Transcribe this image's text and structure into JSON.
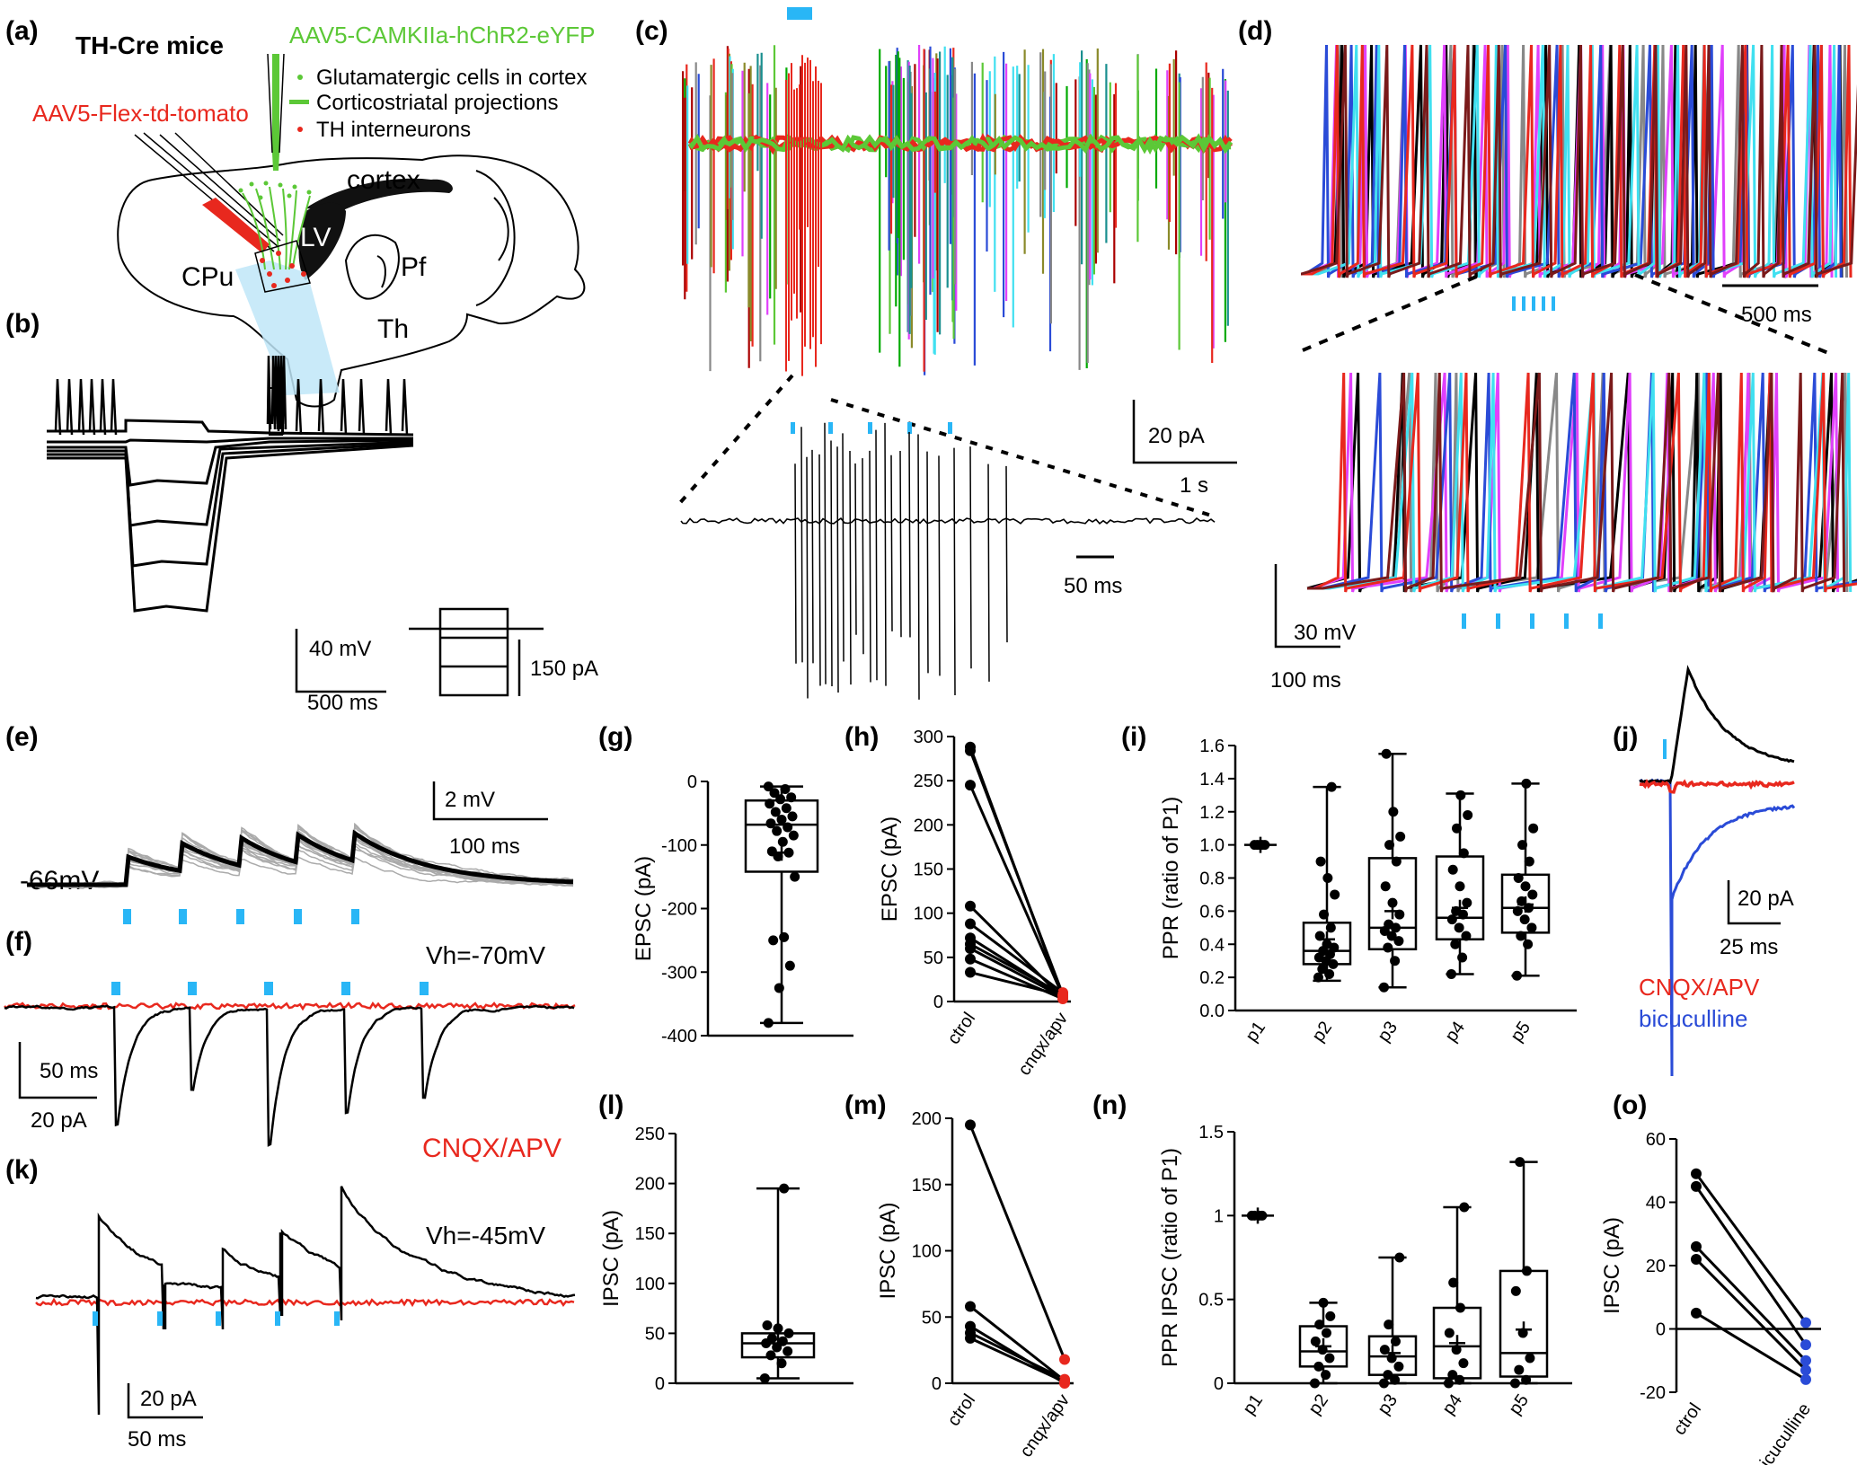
{
  "panels": {
    "a": {
      "label": "(a)",
      "title": "TH-Cre mice",
      "virus_green": "AAV5-CAMKIIa-hChR2-eYFP",
      "virus_red": "AAV5-Flex-td-tomato",
      "legend": [
        "Glutamatergic cells in cortex",
        "Corticostriatal projections",
        "TH interneurons"
      ],
      "regions": {
        "cortex": "cortex",
        "lv": "LV",
        "cpu": "CPu",
        "pf": "Pf",
        "th": "Th"
      }
    },
    "b": {
      "label": "(b)",
      "scale_v": "40 mV",
      "scale_t": "500 ms",
      "scale_i": "150 pA"
    },
    "c": {
      "label": "(c)",
      "scale_i": "20 pA",
      "scale_t": "1 s",
      "scale_t2": "50 ms"
    },
    "d": {
      "label": "(d)",
      "scale_t": "500 ms",
      "scale_v": "30 mV",
      "scale_t2": "100 ms"
    },
    "e": {
      "label": "(e)",
      "vm": "-66mV",
      "scale_v": "2 mV",
      "scale_t": "100 ms"
    },
    "f": {
      "label": "(f)",
      "vh": "Vh=-70mV",
      "scale_t": "50 ms",
      "scale_i": "20 pA",
      "drug": "CNQX/APV"
    },
    "g": {
      "label": "(g)"
    },
    "h": {
      "label": "(h)"
    },
    "i": {
      "label": "(i)"
    },
    "j": {
      "label": "(j)",
      "scale_i": "20 pA",
      "scale_t": "25 ms",
      "legend_red": "CNQX/APV",
      "legend_blue": "bicuculline"
    },
    "k": {
      "label": "(k)",
      "vh": "Vh=-45mV",
      "scale_i": "20 pA",
      "scale_t": "50 ms"
    },
    "l": {
      "label": "(l)"
    },
    "m": {
      "label": "(m)"
    },
    "n": {
      "label": "(n)"
    },
    "o": {
      "label": "(o)"
    }
  },
  "colors": {
    "stim": "#29b6f6",
    "red": "#e8281e",
    "blue": "#2a4bd7",
    "green": "#5cc837",
    "gray": "#999999"
  },
  "chart_data": [
    {
      "id": "g",
      "type": "box",
      "ylabel": "EPSC (pA)",
      "ylim": [
        -400,
        0
      ],
      "yticks": [
        0,
        -100,
        -200,
        -300,
        -400
      ],
      "box": {
        "min": -380,
        "q1": -142,
        "median": -68,
        "q3": -30,
        "max": -8,
        "mean": -112
      },
      "points": [
        -8,
        -12,
        -18,
        -25,
        -28,
        -35,
        -42,
        -48,
        -55,
        -60,
        -66,
        -72,
        -78,
        -85,
        -95,
        -110,
        -112,
        -118,
        -150,
        -245,
        -250,
        -290,
        -325,
        -380
      ]
    },
    {
      "id": "h",
      "type": "paired",
      "ylabel": "EPSC (pA)",
      "ylim": [
        0,
        300
      ],
      "yticks": [
        0,
        50,
        100,
        150,
        200,
        250,
        300
      ],
      "categories": [
        "ctrol",
        "cnqx/apv"
      ],
      "pairs": [
        [
          288,
          5
        ],
        [
          284,
          8
        ],
        [
          245,
          6
        ],
        [
          108,
          4
        ],
        [
          88,
          10
        ],
        [
          72,
          6
        ],
        [
          65,
          8
        ],
        [
          60,
          5
        ],
        [
          48,
          3
        ],
        [
          33,
          7
        ]
      ]
    },
    {
      "id": "i",
      "type": "box",
      "ylabel": "PPR (ratio of P1)",
      "ylim": [
        0,
        1.6
      ],
      "yticks": [
        0.0,
        0.2,
        0.4,
        0.6,
        0.8,
        1.0,
        1.2,
        1.4,
        1.6
      ],
      "categories": [
        "p1",
        "p2",
        "p3",
        "p4",
        "p5"
      ],
      "boxes": [
        {
          "min": 1.0,
          "q1": 1.0,
          "median": 1.0,
          "q3": 1.0,
          "max": 1.0,
          "mean": 1.0,
          "points": [
            1.0,
            1.0,
            1.0,
            1.0,
            1.0
          ]
        },
        {
          "min": 0.18,
          "q1": 0.28,
          "median": 0.36,
          "q3": 0.53,
          "max": 1.35,
          "mean": 0.43,
          "points": [
            0.2,
            0.22,
            0.25,
            0.28,
            0.3,
            0.32,
            0.34,
            0.36,
            0.38,
            0.4,
            0.45,
            0.5,
            0.58,
            0.7,
            0.8,
            0.9,
            1.35
          ]
        },
        {
          "min": 0.14,
          "q1": 0.37,
          "median": 0.5,
          "q3": 0.92,
          "max": 1.55,
          "mean": 0.6,
          "points": [
            0.14,
            0.3,
            0.38,
            0.42,
            0.45,
            0.48,
            0.5,
            0.52,
            0.58,
            0.65,
            0.75,
            0.9,
            1.0,
            1.05,
            1.2,
            1.55
          ]
        },
        {
          "min": 0.22,
          "q1": 0.43,
          "median": 0.56,
          "q3": 0.93,
          "max": 1.31,
          "mean": 0.62,
          "points": [
            0.22,
            0.32,
            0.4,
            0.45,
            0.5,
            0.55,
            0.58,
            0.6,
            0.65,
            0.75,
            0.85,
            0.95,
            1.1,
            1.18,
            1.3
          ]
        },
        {
          "min": 0.21,
          "q1": 0.47,
          "median": 0.62,
          "q3": 0.82,
          "max": 1.37,
          "mean": 0.64,
          "points": [
            0.21,
            0.4,
            0.45,
            0.5,
            0.55,
            0.6,
            0.62,
            0.66,
            0.7,
            0.75,
            0.8,
            0.9,
            1.0,
            1.1,
            1.37
          ]
        }
      ]
    },
    {
      "id": "l",
      "type": "box",
      "ylabel": "IPSC (pA)",
      "ylim": [
        0,
        250
      ],
      "yticks": [
        0,
        50,
        100,
        150,
        200,
        250
      ],
      "box": {
        "min": 5,
        "q1": 26,
        "median": 40,
        "q3": 50,
        "max": 195,
        "mean": 44
      },
      "points": [
        5,
        20,
        28,
        32,
        36,
        40,
        42,
        45,
        50,
        55,
        58,
        195
      ]
    },
    {
      "id": "m",
      "type": "paired",
      "ylabel": "IPSC (pA)",
      "ylim": [
        0,
        200
      ],
      "yticks": [
        0,
        50,
        100,
        150,
        200
      ],
      "categories": [
        "ctrol",
        "cnqx/apv"
      ],
      "pairs": [
        [
          195,
          18
        ],
        [
          58,
          2
        ],
        [
          43,
          0
        ],
        [
          38,
          3
        ],
        [
          34,
          1
        ]
      ]
    },
    {
      "id": "n",
      "type": "box",
      "ylabel": "PPR IPSC (ratio of P1)",
      "ylim": [
        0,
        1.5
      ],
      "yticks": [
        0.0,
        0.5,
        1.0,
        1.5
      ],
      "categories": [
        "p1",
        "p2",
        "p3",
        "p4",
        "p5"
      ],
      "boxes": [
        {
          "min": 1.0,
          "q1": 1.0,
          "median": 1.0,
          "q3": 1.0,
          "max": 1.0,
          "mean": 1.0,
          "points": [
            1.0,
            1.0,
            1.0,
            1.0
          ]
        },
        {
          "min": 0.0,
          "q1": 0.1,
          "median": 0.19,
          "q3": 0.34,
          "max": 0.48,
          "mean": 0.22,
          "points": [
            0.0,
            0.05,
            0.1,
            0.15,
            0.2,
            0.25,
            0.3,
            0.35,
            0.4,
            0.48
          ]
        },
        {
          "min": 0.0,
          "q1": 0.05,
          "median": 0.16,
          "q3": 0.28,
          "max": 0.75,
          "mean": 0.18,
          "points": [
            0.0,
            0.02,
            0.05,
            0.1,
            0.15,
            0.2,
            0.25,
            0.35,
            0.75
          ]
        },
        {
          "min": 0.0,
          "q1": 0.03,
          "median": 0.22,
          "q3": 0.45,
          "max": 1.05,
          "mean": 0.24,
          "points": [
            0.0,
            0.02,
            0.05,
            0.12,
            0.2,
            0.3,
            0.45,
            0.6,
            1.05
          ]
        },
        {
          "min": 0.0,
          "q1": 0.04,
          "median": 0.18,
          "q3": 0.67,
          "max": 1.32,
          "mean": 0.32,
          "points": [
            0.0,
            0.02,
            0.08,
            0.15,
            0.3,
            0.55,
            0.67,
            1.32
          ]
        }
      ]
    },
    {
      "id": "o",
      "type": "paired",
      "ylabel": "IPSC (pA)",
      "ylim": [
        -20,
        60
      ],
      "yticks": [
        -20,
        0,
        20,
        40,
        60
      ],
      "categories": [
        "ctrol",
        "bicuculline"
      ],
      "pairs": [
        [
          49,
          2
        ],
        [
          45,
          -5
        ],
        [
          26,
          -10
        ],
        [
          22,
          -13
        ],
        [
          5,
          -16
        ]
      ]
    }
  ]
}
